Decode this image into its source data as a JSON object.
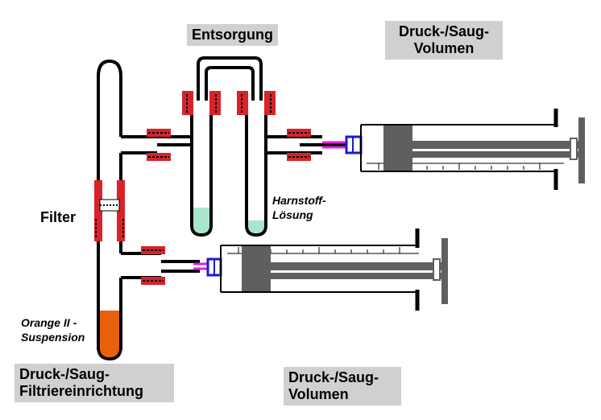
{
  "labels": {
    "entsorgung": "Entsorgung",
    "syringe_top_line1": "Druck-/Saug-",
    "syringe_top_line2": "Volumen",
    "filter": "Filter",
    "harnstoff_line1": "Harnstoff-",
    "harnstoff_line2": "Lösung",
    "orange_line1": "Orange II -",
    "orange_line2": "Suspension",
    "filtration_line1": "Druck-/Saug-",
    "filtration_line2": "Filtriereinrichtung",
    "syringe_bottom_line1": "Druck-/Saug-",
    "syringe_bottom_line2": "Volumen"
  },
  "colors": {
    "seal_red": "#d8232a",
    "urea_solution": "#a8e6cc",
    "orange_suspension": "#e8600c",
    "piston_gray": "#5f5f5f",
    "connector_blue": "#1a1ad0",
    "tube_magenta": "#e020e0",
    "label_bg": "#d0d0d0"
  }
}
